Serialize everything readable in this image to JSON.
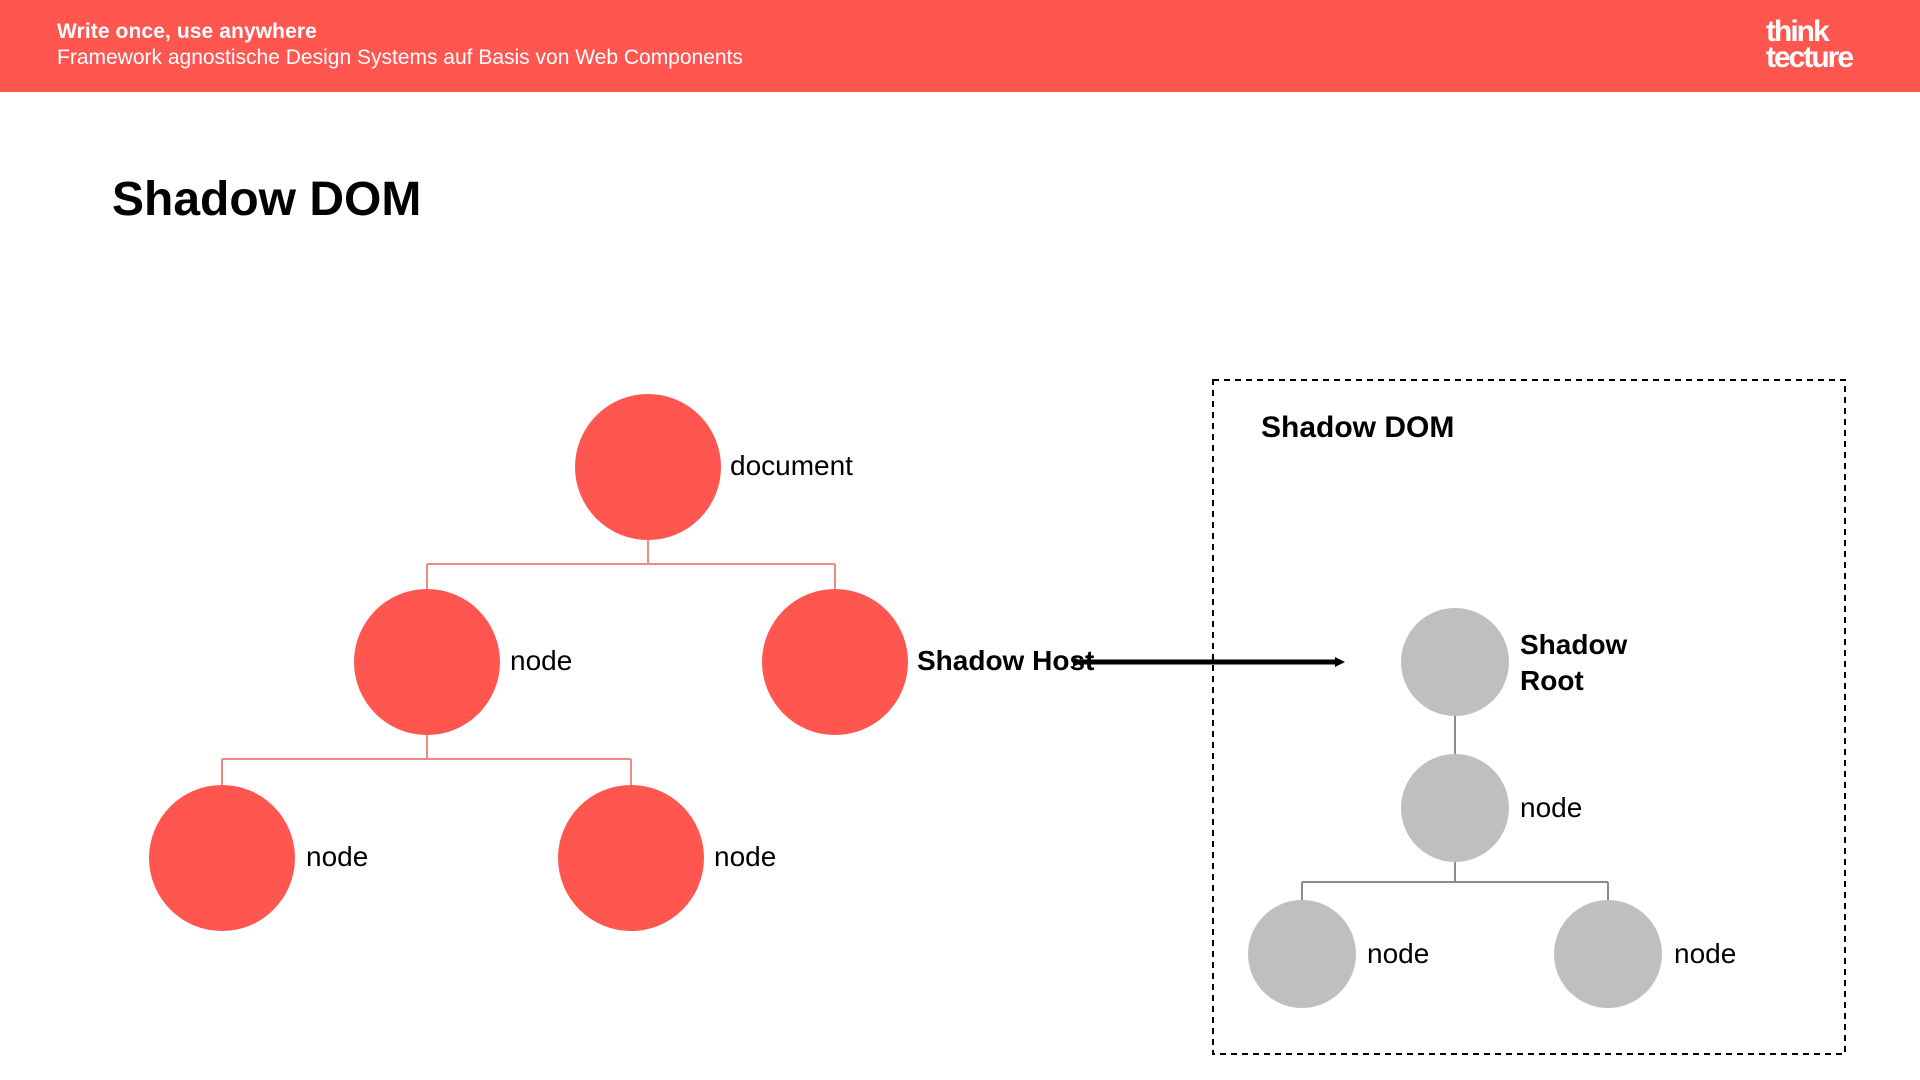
{
  "header": {
    "title": "Write once, use anywhere",
    "subtitle": "Framework agnostische Design Systems auf Basis von Web Components",
    "logo_lines": [
      "think",
      "tecture"
    ],
    "background": "#ff5650"
  },
  "slide": {
    "title": "Shadow DOM"
  },
  "diagram": {
    "colors": {
      "light_dom": "#ff5650",
      "shadow_dom": "#bfbfbf",
      "connector_light": "#f08a80",
      "connector_shadow": "#8c8c8c"
    },
    "light_tree": {
      "document": "document",
      "left_node": "node",
      "shadow_host": "Shadow Host",
      "leaf_left": "node",
      "leaf_right": "node"
    },
    "shadow_box": {
      "title": "Shadow DOM",
      "root_line1": "Shadow",
      "root_line2": "Root",
      "mid_node": "node",
      "leaf_left": "node",
      "leaf_right": "node"
    }
  }
}
